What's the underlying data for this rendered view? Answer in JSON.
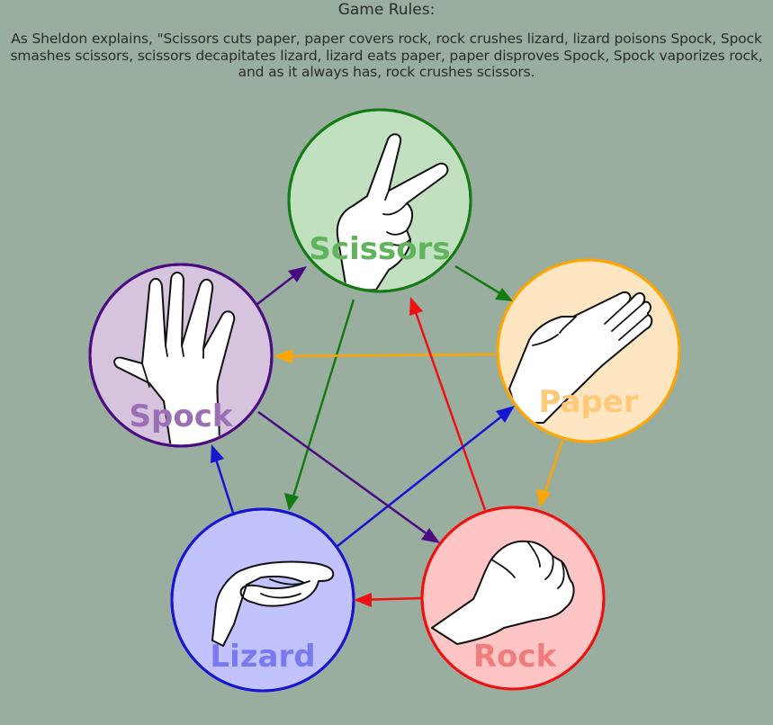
{
  "title": "Game Rules:",
  "description": "As Sheldon explains, \"Scissors cuts paper, paper covers rock, rock crushes lizard, lizard poisons Spock, Spock smashes scissors, scissors decapitates lizard, lizard eats paper, paper disproves Spock, Spock vaporizes rock, and as it always has, rock crushes scissors.",
  "nodes": {
    "scissors": {
      "label": "Scissors",
      "ring": "#147a14",
      "fill": "#c1e0c0",
      "text": "#5fb45c",
      "icon": "scissors-hand-icon"
    },
    "paper": {
      "label": "Paper",
      "ring": "#ffa500",
      "fill": "#ffe6c2",
      "text": "#ffc97a",
      "icon": "paper-hand-icon"
    },
    "rock": {
      "label": "Rock",
      "ring": "#ee1111",
      "fill": "#ffc4c4",
      "text": "#f07d7d",
      "icon": "rock-hand-icon"
    },
    "lizard": {
      "label": "Lizard",
      "ring": "#1515d2",
      "fill": "#c2c2ff",
      "text": "#7a7af0",
      "icon": "lizard-hand-icon"
    },
    "spock": {
      "label": "Spock",
      "ring": "#4b0c82",
      "fill": "#d6c4df",
      "text": "#9a6fb4",
      "icon": "spock-hand-icon"
    }
  },
  "edges": [
    {
      "from": "scissors",
      "to": "paper",
      "color": "#147a14"
    },
    {
      "from": "scissors",
      "to": "lizard",
      "color": "#147a14"
    },
    {
      "from": "paper",
      "to": "rock",
      "color": "#ffa500"
    },
    {
      "from": "paper",
      "to": "spock",
      "color": "#ffa500"
    },
    {
      "from": "rock",
      "to": "lizard",
      "color": "#ee1111"
    },
    {
      "from": "rock",
      "to": "scissors",
      "color": "#ee1111"
    },
    {
      "from": "lizard",
      "to": "spock",
      "color": "#1515d2"
    },
    {
      "from": "lizard",
      "to": "paper",
      "color": "#1515d2"
    },
    {
      "from": "spock",
      "to": "scissors",
      "color": "#4b0c82"
    },
    {
      "from": "spock",
      "to": "rock",
      "color": "#4b0c82"
    }
  ]
}
